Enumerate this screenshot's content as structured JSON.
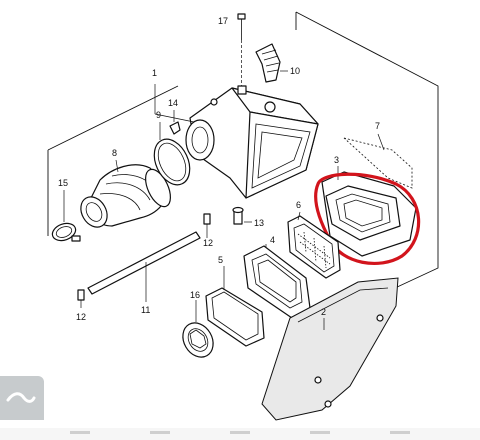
{
  "diagram": {
    "callouts": [
      {
        "id": "c1",
        "text": "1"
      },
      {
        "id": "c2",
        "text": "2"
      },
      {
        "id": "c3",
        "text": "3"
      },
      {
        "id": "c4",
        "text": "4"
      },
      {
        "id": "c5",
        "text": "5"
      },
      {
        "id": "c6",
        "text": "6"
      },
      {
        "id": "c7",
        "text": "7"
      },
      {
        "id": "c8",
        "text": "8"
      },
      {
        "id": "c9",
        "text": "9"
      },
      {
        "id": "c10",
        "text": "10"
      },
      {
        "id": "c11",
        "text": "11"
      },
      {
        "id": "c12a",
        "text": "12"
      },
      {
        "id": "c12b",
        "text": "12"
      },
      {
        "id": "c13",
        "text": "13"
      },
      {
        "id": "c14",
        "text": "14"
      },
      {
        "id": "c15",
        "text": "15"
      },
      {
        "id": "c16",
        "text": "16"
      },
      {
        "id": "c17",
        "text": "17"
      }
    ],
    "highlight": {
      "target": "3",
      "color": "#d2141c"
    }
  }
}
